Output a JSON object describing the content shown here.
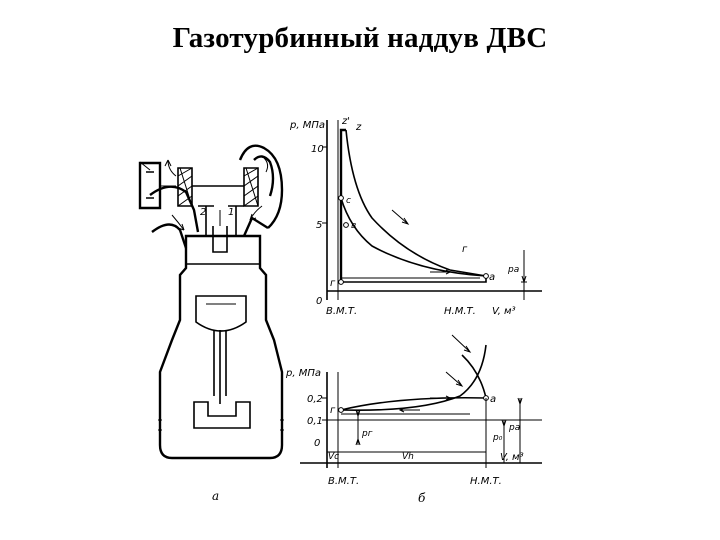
{
  "title": "Газотурбинный наддув ДВС",
  "engine": {
    "callout_2": "2",
    "callout_1": "1",
    "caption": "а"
  },
  "top_diagram": {
    "y_axis_label": "p, МПа",
    "z_prime": "z'",
    "z": "z",
    "ticks": [
      "10",
      "5",
      "0"
    ],
    "point_c": "с",
    "point_b": "в",
    "point_g": "г",
    "point_a": "а",
    "point_r": "г",
    "pa_label": "pа",
    "x_tdc": "В.М.Т.",
    "x_bdc": "Н.М.Т.",
    "x_axis_label": "V, м³"
  },
  "bottom_diagram": {
    "y_axis_label": "p, МПа",
    "ticks": [
      "0,2",
      "0,1",
      "0"
    ],
    "point_r": "г",
    "point_a": "а",
    "pr_label": "pг",
    "p0_label": "p₀",
    "pa_label": "pа",
    "vc_label": "Vс",
    "vh_label": "Vh",
    "x_axis_label": "V, м³",
    "x_tdc": "В.М.Т.",
    "x_bdc": "Н.М.Т.",
    "caption": "б"
  }
}
